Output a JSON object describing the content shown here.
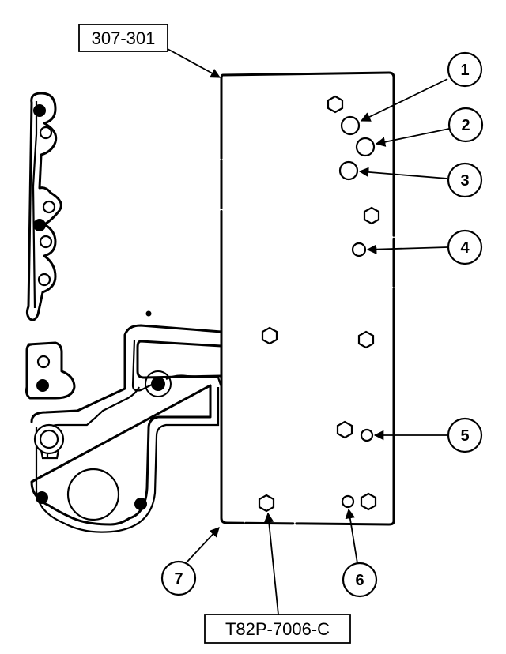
{
  "labels": {
    "tool_top": "307-301",
    "tool_bottom": "T82P-7006-C"
  },
  "callouts": [
    "1",
    "2",
    "3",
    "4",
    "5",
    "6",
    "7"
  ]
}
